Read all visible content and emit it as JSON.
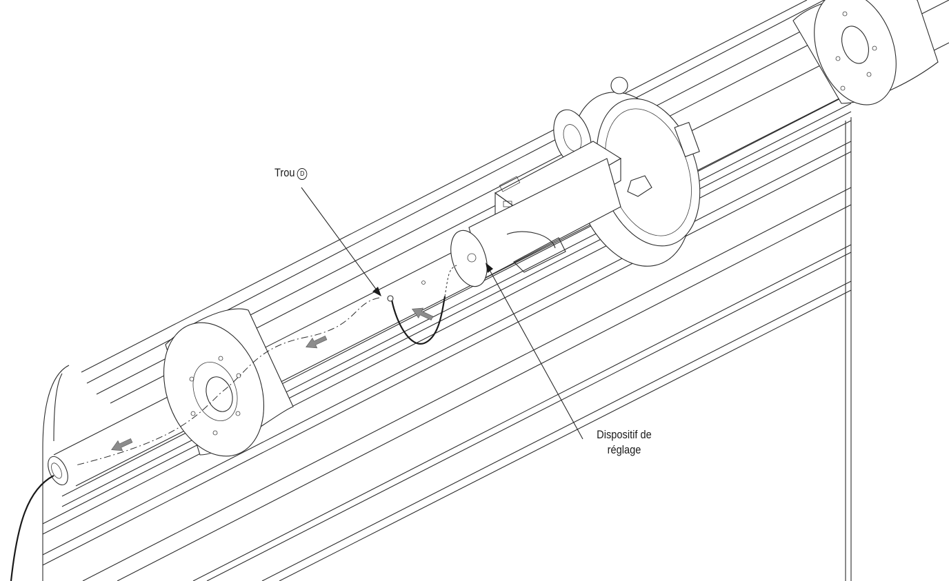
{
  "labels": {
    "hole_text": "Trou",
    "hole_letter": "D",
    "adjuster_line1": "Dispositif de",
    "adjuster_line2": "réglage"
  },
  "icons": {
    "arrows": [
      "flow-arrow-icon",
      "flow-arrow-icon",
      "flow-arrow-icon",
      "flow-arrow-icon"
    ]
  }
}
